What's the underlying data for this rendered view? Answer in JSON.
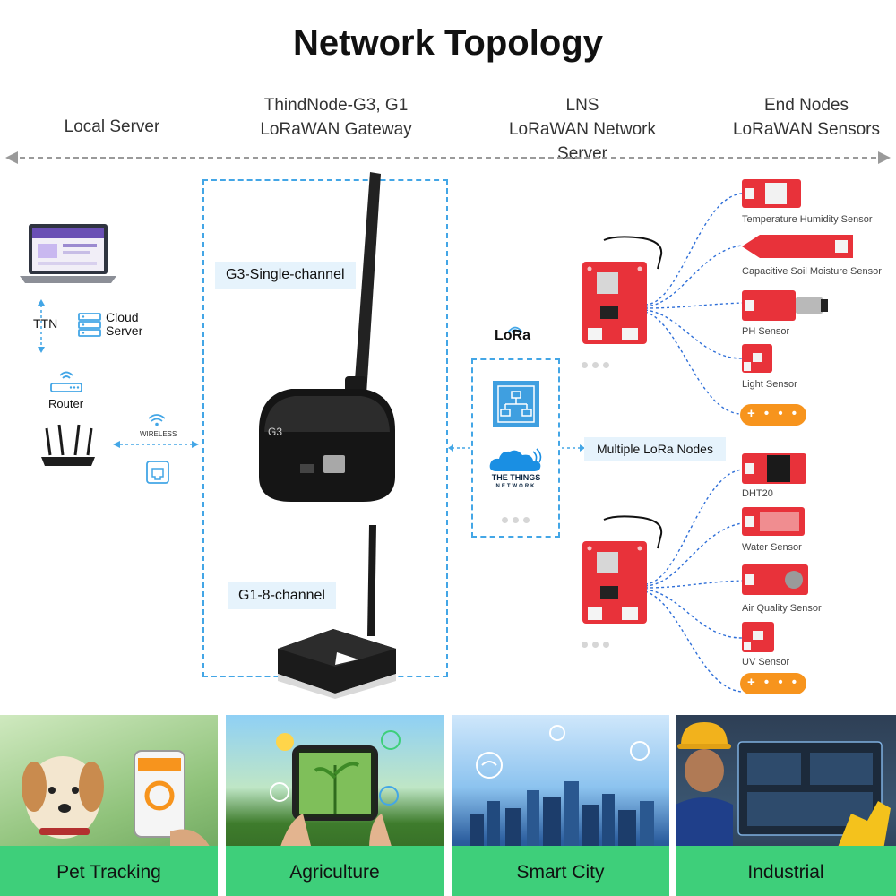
{
  "title": "Network Topology",
  "columns": {
    "local": "Local Server",
    "gateway_line1": "ThindNode-G3, G1",
    "gateway_line2": "LoRaWAN Gateway",
    "lns_line1": "LNS",
    "lns_line2": "LoRaWAN Network Server",
    "nodes_line1": "End Nodes",
    "nodes_line2": "LoRaWAN Sensors"
  },
  "local_server": {
    "ttn": "TTN",
    "cloud_line1": "Cloud",
    "cloud_line2": "Server",
    "router": "Router",
    "wireless": "WIRELESS"
  },
  "gateways": {
    "g3": "G3-Single-channel",
    "g1": "G1-8-channel",
    "g3_mark": "G3"
  },
  "lns": {
    "lora": "LoRa",
    "ttn_line1": "THE THINGS",
    "ttn_line2": "NETWORK"
  },
  "nodes": {
    "multiple": "Multiple LoRa Nodes",
    "more_button": "+ • • •",
    "group1": [
      "Temperature Humidity Sensor",
      "Capacitive Soil Moisture Sensor",
      "PH Sensor",
      "Light Sensor"
    ],
    "group2": [
      "DHT20",
      "Water Sensor",
      "Air Quality Sensor",
      "UV Sensor"
    ]
  },
  "applications": [
    "Pet Tracking",
    "Agriculture",
    "Smart City",
    "Industrial"
  ],
  "colors": {
    "accent_blue": "#43a6e6",
    "board_red": "#e8323a",
    "button_orange": "#f7941d",
    "band_green": "#3ecf7a"
  }
}
